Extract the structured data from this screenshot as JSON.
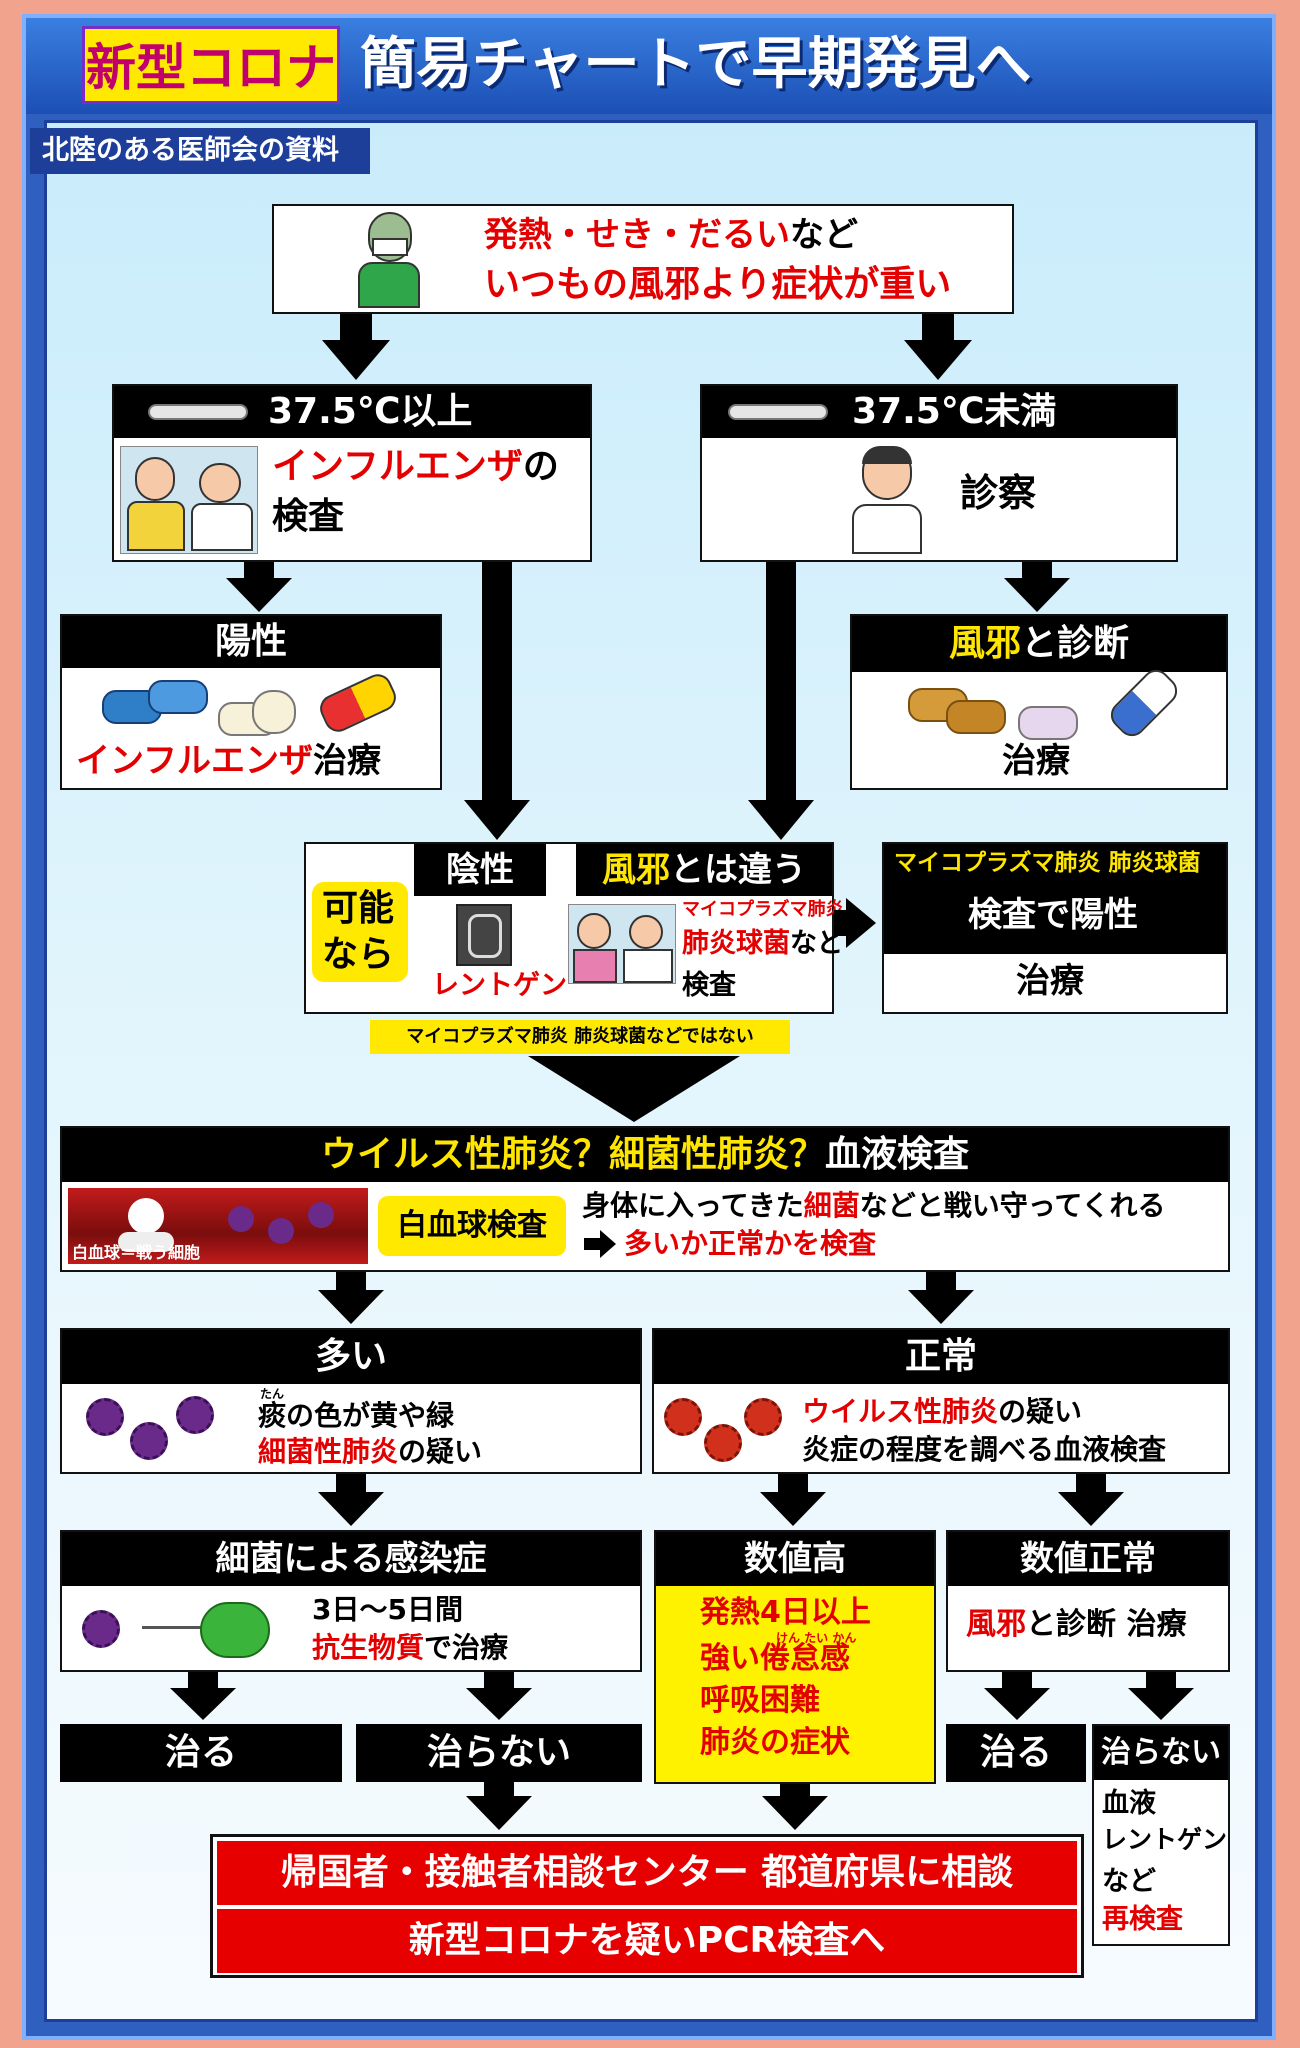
{
  "header": {
    "tag": "新型コロナ",
    "title": "簡易チャートで早期発見へ",
    "source": "北陸のある医師会の資料"
  },
  "top": {
    "line1_red": "発熱・せき・だるい",
    "line1_black": "など",
    "line2": "いつもの風邪より症状が重い"
  },
  "high": {
    "head": "37.5℃以上",
    "line1_red": "インフルエンザ",
    "line1_black": "の",
    "line2": "検査"
  },
  "low": {
    "head": "37.5℃未満",
    "body": "診察"
  },
  "positive": {
    "head": "陽性",
    "body_red": "インフルエンザ",
    "body_black": "治療"
  },
  "cold": {
    "head_yellow": "風邪",
    "head_white": "と診断",
    "body": "治療"
  },
  "middle": {
    "possible1": "可能",
    "possible2": "なら",
    "negative": "陰性",
    "xray": "レントゲン",
    "head_yellow": "風邪",
    "head_white": "とは違う",
    "myco": "マイコプラズマ肺炎",
    "pneumo": "肺炎球菌",
    "nado": "など",
    "exam": "検査",
    "note": "マイコプラズマ肺炎 肺炎球菌などではない"
  },
  "myco_result": {
    "head": "マイコプラズマ肺炎 肺炎球菌",
    "line2": "検査で陽性",
    "body": "治療"
  },
  "blood": {
    "head_yellow": "ウイルス性肺炎？細菌性肺炎？",
    "head_white": "血液検査",
    "image_caption": "白血球＝戦う細胞",
    "badge": "白血球検査",
    "line1a": "身体に入ってきた",
    "line1b": "細菌",
    "line1c": "などと戦い守ってくれる",
    "line2": "多いか正常かを検査"
  },
  "many": {
    "head": "多い",
    "ruby": "たん",
    "line1": "痰の色が黄や緑",
    "line2_red": "細菌性肺炎",
    "line2_black": "の疑い"
  },
  "normal": {
    "head": "正常",
    "line1_red": "ウイルス性肺炎",
    "line1_black": "の疑い",
    "line2": "炎症の程度を調べる血液検査"
  },
  "bact": {
    "head": "細菌による感染症",
    "line1": "3日～5日間",
    "line2_red": "抗生物質",
    "line2_black": "で治療"
  },
  "high_val": {
    "head": "数値高",
    "l1": "発熱4日以上",
    "ruby": "けん たい かん",
    "l2": "強い倦怠感",
    "l3": "呼吸困難",
    "l4": "肺炎の症状"
  },
  "normal_val": {
    "head": "数値正常",
    "body_red": "風邪",
    "body_black": "と診断 治療"
  },
  "outcomes": {
    "cured": "治る",
    "not_cured": "治らない",
    "cured2": "治る",
    "not_cured2": "治らない",
    "recheck1": "血液",
    "recheck2": "レントゲン",
    "recheck3": "など",
    "recheck4": "再検査"
  },
  "final": {
    "line1": "帰国者・接触者相談センター 都道府県に相談",
    "line2": "新型コロナを疑いPCR検査へ"
  }
}
